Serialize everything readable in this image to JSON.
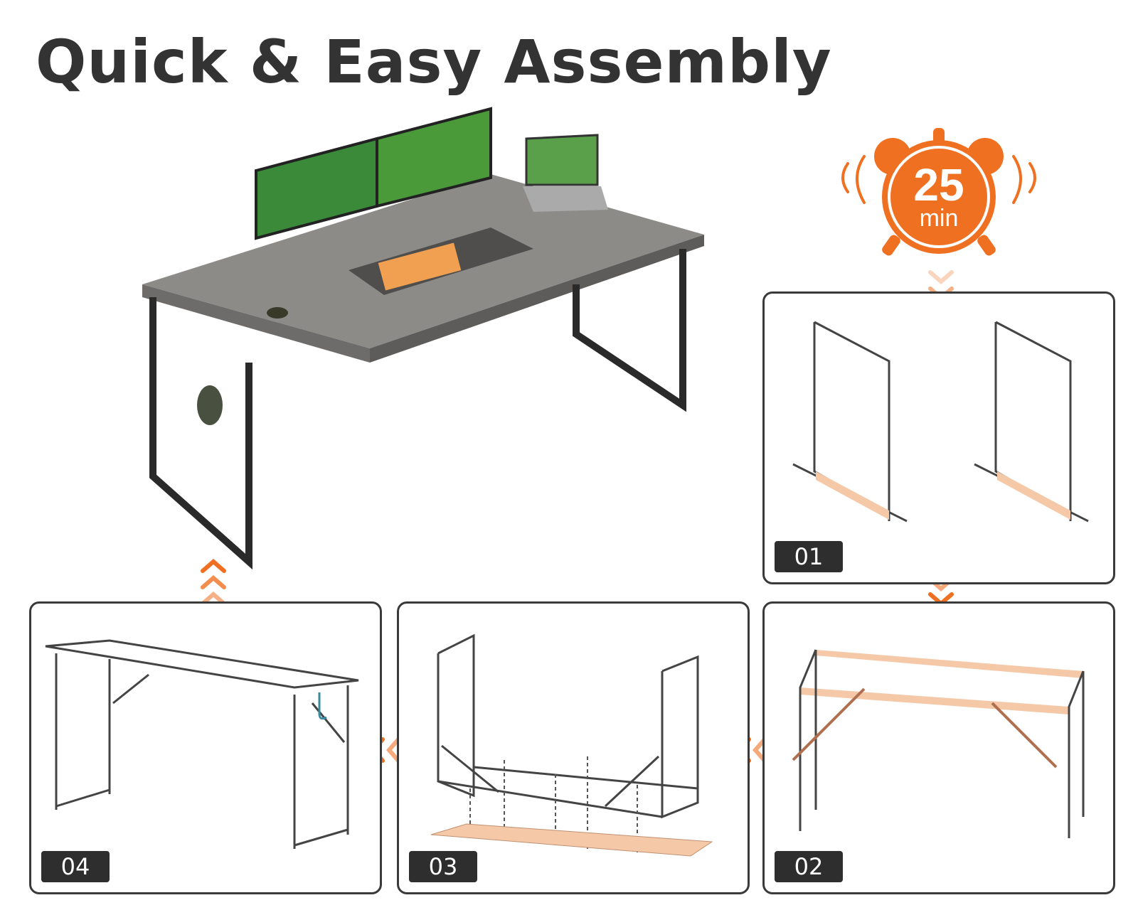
{
  "title": "Quick & Easy Assembly",
  "timer": {
    "value": "25",
    "unit": "min"
  },
  "steps": [
    {
      "label": "01"
    },
    {
      "label": "02"
    },
    {
      "label": "03"
    },
    {
      "label": "04"
    }
  ],
  "colors": {
    "accent": "#f07022",
    "text": "#333333",
    "label_bg": "#2e2e2e",
    "highlight": "#f5c9a8"
  }
}
